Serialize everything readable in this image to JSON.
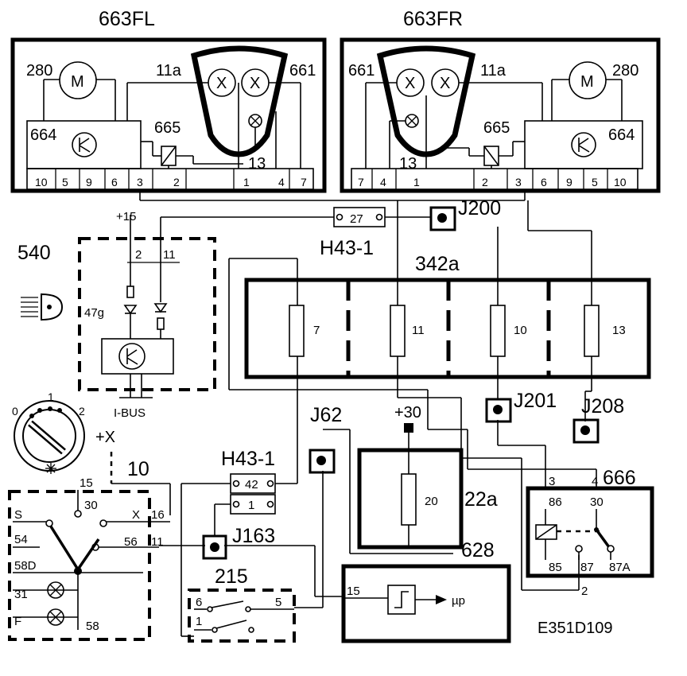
{
  "title": "E351D109",
  "components": {
    "headlight_left": {
      "code": "663FL",
      "motor_num": "280",
      "motor": "M",
      "ctrl": "664",
      "relay": "665",
      "bulb_pin": "11a",
      "wire_661": "661",
      "pin_13": "13",
      "pins": [
        "10",
        "5",
        "9",
        "6",
        "3",
        "2",
        "1",
        "4",
        "7"
      ]
    },
    "headlight_right": {
      "code": "663FR",
      "motor_num": "280",
      "motor": "M",
      "ctrl": "664",
      "relay": "665",
      "bulb_pin": "11a",
      "wire_661": "661",
      "pin_13": "13",
      "pins": [
        "7",
        "4",
        "1",
        "2",
        "3",
        "6",
        "9",
        "5",
        "10"
      ]
    },
    "fuse_box": {
      "code": "342a",
      "fuses": [
        "7",
        "11",
        "10",
        "13"
      ]
    },
    "fuse_22a": {
      "code": "22a",
      "fuse": "20",
      "supply": "+30"
    },
    "module_540": {
      "code": "540",
      "label": "47g",
      "pins": [
        "2",
        "11"
      ],
      "bus": "I-BUS",
      "supply": "+15"
    },
    "connector_top": {
      "code": "H43-1",
      "pin": "27"
    },
    "connector_mid": {
      "code": "H43-1",
      "pins": [
        "42",
        "1"
      ]
    },
    "relay_666": {
      "code": "666",
      "pins": [
        "3",
        "4",
        "86",
        "30",
        "85",
        "87",
        "87A"
      ],
      "out": "2"
    },
    "ecu_628": {
      "code": "628",
      "pin": "15",
      "label": "µp"
    },
    "switch_215": {
      "code": "215",
      "pins": [
        "6",
        "5",
        "1"
      ]
    },
    "light_switch": {
      "positions": [
        "0",
        "1",
        "2"
      ],
      "ext": "+X",
      "wire": "10",
      "terms": [
        "S",
        "54",
        "58D",
        "31",
        "F",
        "15",
        "30",
        "X",
        "16",
        "56",
        "11",
        "58"
      ]
    },
    "junctions": [
      "J200",
      "J201",
      "J208",
      "J62",
      "J163"
    ]
  }
}
